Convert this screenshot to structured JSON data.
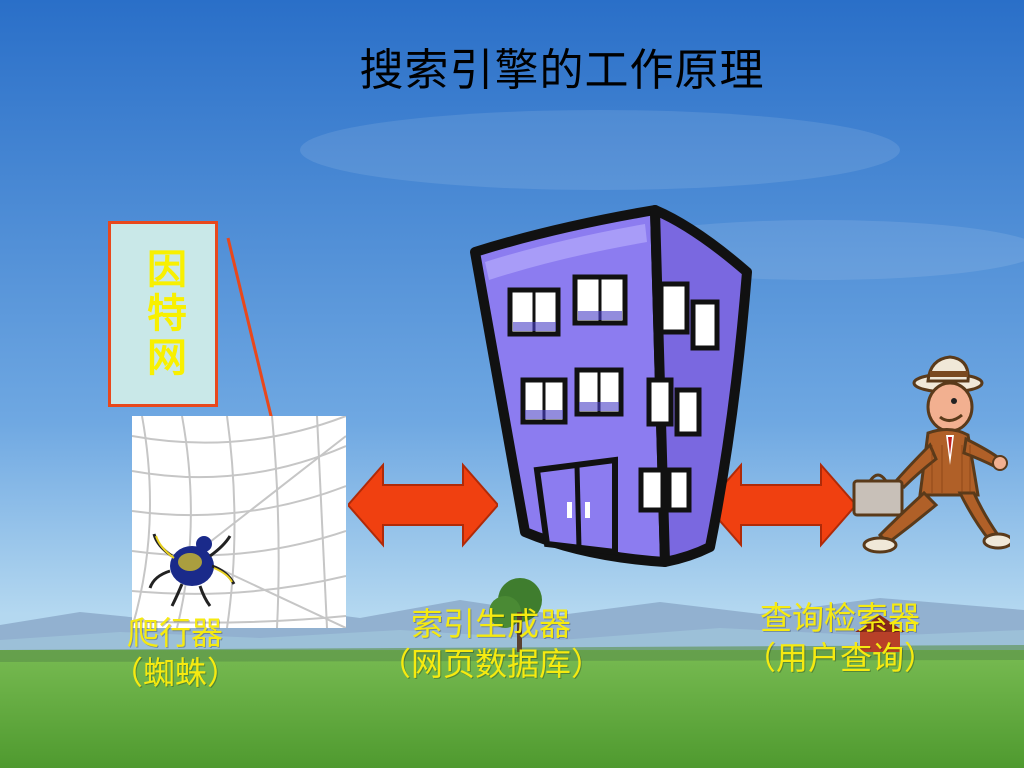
{
  "slide": {
    "title": "搜索引擎的工作原理",
    "internet_label": "因特网",
    "crawler": {
      "line1": "爬行器",
      "line2": "（蜘蛛）"
    },
    "indexer": {
      "line1": "索引生成器",
      "line2": "（网页数据库）"
    },
    "query": {
      "line1": "查询检索器",
      "line2": "（用户查询）"
    }
  },
  "colors": {
    "sky_top": "#2a6fc8",
    "sky_bottom": "#a9d2ee",
    "grass": "#5fae3e",
    "caption": "#f6ea10",
    "arrow": "#f04010",
    "building": "#8c7cf0",
    "box_border": "#e8481c"
  }
}
